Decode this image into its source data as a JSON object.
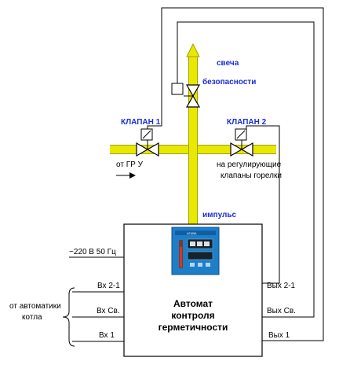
{
  "labels": {
    "safety_candle_1": "свеча",
    "safety_candle_2": "безопасности",
    "valve1": "КЛАПАН 1",
    "valve2": "КЛАПАН 2",
    "from_gru": "от ГР У",
    "to_burner_1": "на регулирующие",
    "to_burner_2": "клапаны горелки",
    "impulse": "импульс",
    "power": "~220 В  50 Гц",
    "from_auto_1": "от автоматики",
    "from_auto_2": "котла",
    "in_2_1": "Вх 2-1",
    "in_sv": "Вх Св.",
    "in_1": "Вх 1",
    "out_2_1": "Вых 2-1",
    "out_sv": "Вых Св.",
    "out_1": "Вых 1",
    "main_1": "Автомат",
    "main_2": "контроля",
    "main_3": "герметичности",
    "device_brand": "АГАВА"
  },
  "colors": {
    "pipe": "#e8e800",
    "pipe_edge": "#a0a000",
    "device": "#1e7fc8",
    "text_blue": "#1a2fd0"
  }
}
